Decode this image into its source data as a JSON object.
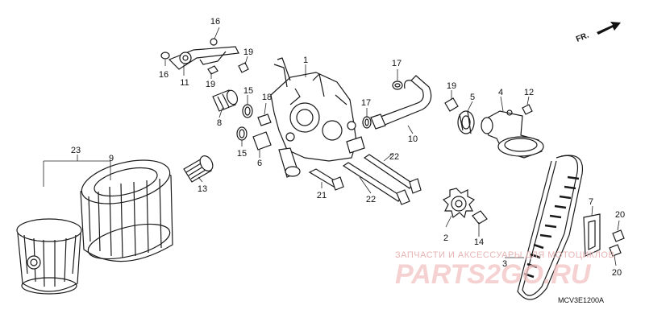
{
  "diagram": {
    "drawing_code": "MCV3E1200A",
    "direction_label": "FR.",
    "watermark": {
      "subtitle": "ЗАПЧАСТИ И АКСЕССУАРЫ ДЛЯ МОТОЦИКЛОВ",
      "brand": "PARTS2GO.RU"
    },
    "callouts": {
      "c1": "1",
      "c2": "2",
      "c3": "3",
      "c4": "4",
      "c5": "5",
      "c6": "6",
      "c7": "7",
      "c8": "8",
      "c9": "9",
      "c10": "10",
      "c11": "11",
      "c12": "12",
      "c13": "13",
      "c14": "14",
      "c15a": "15",
      "c15b": "15",
      "c16a": "16",
      "c16b": "16",
      "c17a": "17",
      "c17b": "17",
      "c18": "18",
      "c19a": "19",
      "c19b": "19",
      "c19c": "19",
      "c20a": "20",
      "c20b": "20",
      "c21": "21",
      "c22a": "22",
      "c22b": "22",
      "c23": "23"
    }
  }
}
